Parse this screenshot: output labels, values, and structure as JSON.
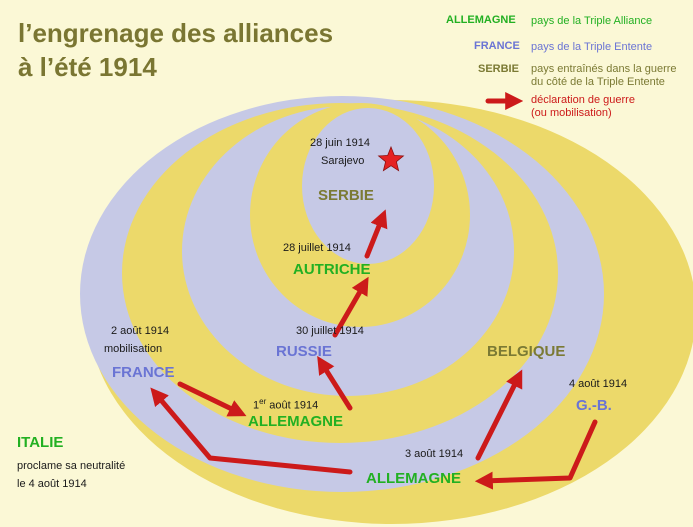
{
  "title": {
    "line1": "l’engrenage des alliances",
    "line2": "à l’été 1914"
  },
  "colors": {
    "triple_alliance": "#22b022",
    "triple_entente": "#6a74d4",
    "serbie_side": "#7b7a34",
    "arrow": "#cc1a1a",
    "yellow_ring": "#ecd96a",
    "blue_ring": "#c6c9e6",
    "background": "#fbf8d6"
  },
  "legend": [
    {
      "key": "ALLEMAGNE",
      "desc": "pays de la Triple Alliance"
    },
    {
      "key": "FRANCE",
      "desc": "pays de la Triple Entente"
    },
    {
      "key": "SERBIE",
      "desc_line1": "pays entraînés dans la guerre",
      "desc_line2": "du côté de la Triple Entente"
    },
    {
      "icon": "red-arrow-icon",
      "desc_line1": "déclaration de guerre",
      "desc_line2": "(ou mobilisation)"
    }
  ],
  "events": {
    "sarajevo_date": "28 juin 1914",
    "sarajevo_place": "Sarajevo",
    "serbie": "SERBIE",
    "autriche_date": "28 juillet 1914",
    "autriche": "AUTRICHE",
    "russie_date": "30 juillet 1914",
    "russie": "RUSSIE",
    "france_date": "2 août 1914",
    "france_note": "mobilisation",
    "france": "FRANCE",
    "allemagne1_date_day": "1",
    "allemagne1_date_sup": "er",
    "allemagne1_date_rest": " août 1914",
    "allemagne1": "ALLEMAGNE",
    "belgique": "BELGIQUE",
    "gb_date": "4 août 1914",
    "gb": "G.-B.",
    "allemagne2_date": "3 août 1914",
    "allemagne2": "ALLEMAGNE",
    "italie": "ITALIE",
    "italie_note1": "proclame sa neutralité",
    "italie_note2": "le 4 août 1914"
  }
}
